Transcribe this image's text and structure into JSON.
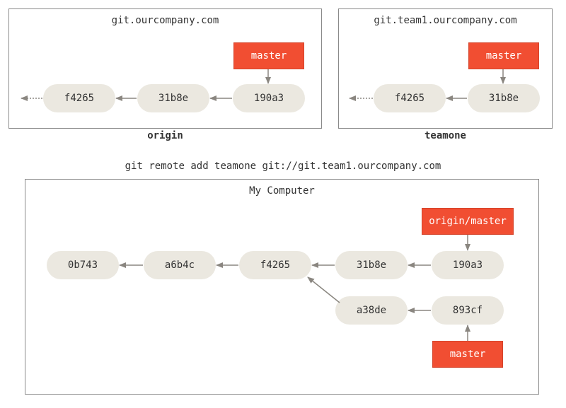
{
  "origin": {
    "host": "git.ourcompany.com",
    "name": "origin",
    "commits": [
      "f4265",
      "31b8e",
      "190a3"
    ],
    "branch": "master"
  },
  "teamone": {
    "host": "git.team1.ourcompany.com",
    "name": "teamone",
    "commits": [
      "f4265",
      "31b8e"
    ],
    "branch": "master"
  },
  "command": "git remote add teamone git://git.team1.ourcompany.com",
  "local": {
    "title": "My Computer",
    "commits": [
      "0b743",
      "a6b4c",
      "f4265",
      "31b8e",
      "190a3",
      "a38de",
      "893cf"
    ],
    "remote_ref": "origin/master",
    "branch": "master"
  },
  "colors": {
    "ref": "#f14e32",
    "commit": "#ebe8e0",
    "arrow": "#8a8680",
    "border": "#8a8a8a"
  }
}
